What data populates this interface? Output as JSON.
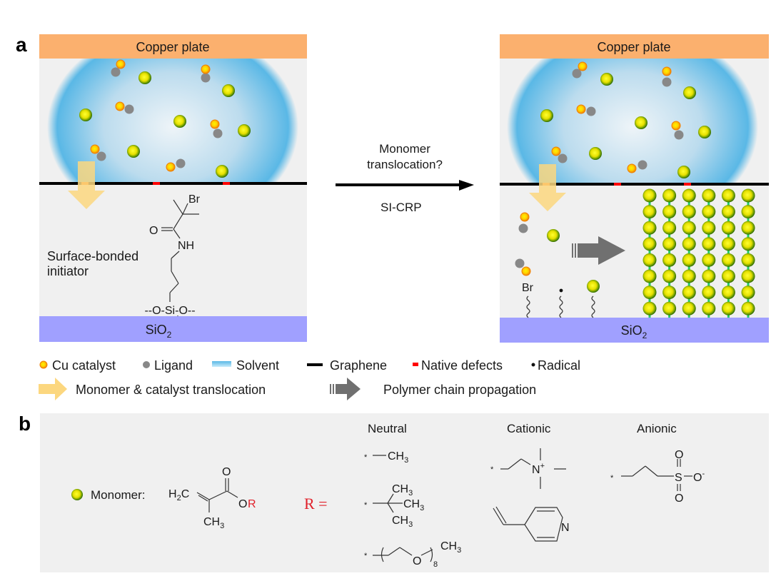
{
  "panel_a": {
    "letter": "a",
    "left_scene": {
      "copper_label": "Copper plate",
      "substrate_label": "SiO",
      "substrate_sub": "2",
      "initiator_label_line1": "Surface-bonded",
      "initiator_label_line2": "initiator",
      "initiator_atoms": {
        "br": "Br",
        "o": "O",
        "nh": "NH",
        "silane": "--O-Si-O--"
      }
    },
    "middle": {
      "above_arrow_line1": "Monomer",
      "above_arrow_line2": "translocation?",
      "below_arrow": "SI-CRP"
    },
    "right_scene": {
      "copper_label": "Copper plate",
      "substrate_label": "SiO",
      "substrate_sub": "2",
      "br_label": "Br",
      "brush_columns": 6,
      "brush_beads_per_column": 8
    }
  },
  "legend": {
    "row1": [
      {
        "icon": "cu-catalyst-icon",
        "label": "Cu catalyst"
      },
      {
        "icon": "ligand-icon",
        "label": "Ligand"
      },
      {
        "icon": "solvent-icon",
        "label": "Solvent"
      },
      {
        "icon": "graphene-icon",
        "label": "Graphene"
      },
      {
        "icon": "native-defect-icon",
        "label": "Native defects"
      },
      {
        "icon": "radical-icon",
        "label": "Radical"
      }
    ],
    "row2": [
      {
        "icon": "yellow-arrow-icon",
        "label": "Monomer & catalyst translocation"
      },
      {
        "icon": "grey-arrow-icon",
        "label": "Polymer chain propagation"
      }
    ]
  },
  "panel_b": {
    "letter": "b",
    "monomer_label": "Monomer:",
    "monomer_formula": {
      "h2c": "H",
      "h2c_sub": "2",
      "c": "C",
      "o_top": "O",
      "or_o": "O",
      "or_r": "R",
      "ch3": "CH",
      "ch3_sub": "3"
    },
    "r_equals": "R =",
    "categories": [
      {
        "title": "Neutral",
        "structures": [
          "methyl",
          "tert-butyl",
          "oligo(ethylene glycol) n=8"
        ]
      },
      {
        "title": "Cationic",
        "structures": [
          "trimethylammonium ethyl",
          "4-vinylpyridine"
        ]
      },
      {
        "title": "Anionic",
        "structures": [
          "sulfopropyl"
        ]
      }
    ],
    "peg_repeat": "8",
    "atoms": {
      "star": "*",
      "ch3": "CH",
      "sub3": "3",
      "n_plus": "N",
      "plus": "+",
      "n": "N",
      "s": "S",
      "o": "O",
      "o_minus": "O",
      "minus": "-"
    }
  },
  "colors": {
    "copper": "#fbb06e",
    "substrate": "#a0a0ff",
    "scene_bg": "#f0f0f0",
    "solvent_edge": "#5ab8e6",
    "solvent_center": "#eef4f8",
    "graphene": "#000000",
    "defect": "#ff0000",
    "translocation_arrow": "#fcd77f",
    "propagation_arrow": "#707070",
    "monomer_core": "#ffff00",
    "monomer_edge": "#3a7a00",
    "catalyst_core": "#ffe000",
    "catalyst_edge": "#f08000",
    "ligand": "#888888",
    "chain_link": "#22cc66",
    "r_group_red": "#e0202a"
  }
}
